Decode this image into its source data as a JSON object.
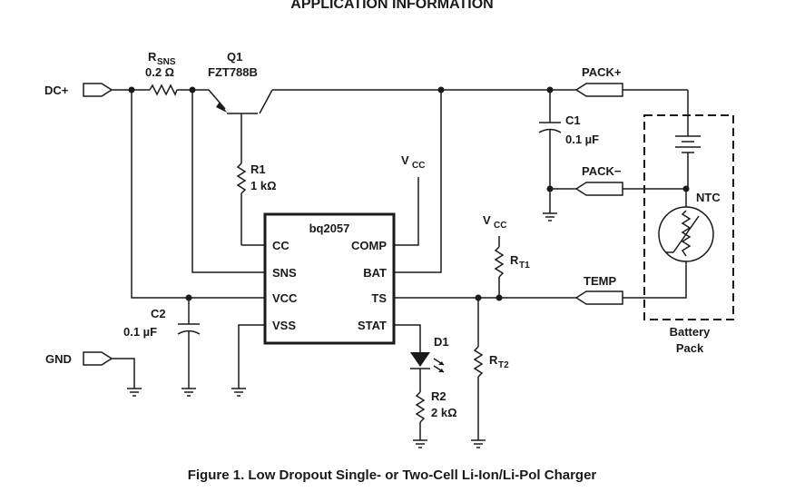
{
  "header": {
    "title": "APPLICATION INFORMATION"
  },
  "caption": "Figure 1. Low Dropout Single- or Two-Cell Li-Ion/Li-Pol Charger",
  "ic": {
    "name": "bq2057",
    "left_pins": [
      "CC",
      "SNS",
      "VCC",
      "VSS"
    ],
    "right_pins": [
      "COMP",
      "BAT",
      "TS",
      "STAT"
    ]
  },
  "terminals": {
    "dc_plus": "DC+",
    "gnd": "GND",
    "pack_plus": "PACK+",
    "pack_minus": "PACK−",
    "temp": "TEMP"
  },
  "components": {
    "rsns": {
      "name": "R",
      "sub": "SNS",
      "value": "0.2 Ω"
    },
    "q1": {
      "name": "Q1",
      "value": "FZT788B"
    },
    "r1": {
      "name": "R1",
      "value": "1 kΩ"
    },
    "c1": {
      "name": "C1",
      "value": "0.1 µF"
    },
    "c2": {
      "name": "C2",
      "value": "0.1 µF"
    },
    "d1": {
      "name": "D1"
    },
    "r2": {
      "name": "R2",
      "value": "2 kΩ"
    },
    "rt1": {
      "name": "R",
      "sub": "T1"
    },
    "rt2": {
      "name": "R",
      "sub": "T2"
    },
    "ntc": {
      "name": "NTC"
    }
  },
  "vcc": {
    "name": "V",
    "sub": "CC"
  },
  "battery_pack": {
    "line1": "Battery",
    "line2": "Pack"
  }
}
